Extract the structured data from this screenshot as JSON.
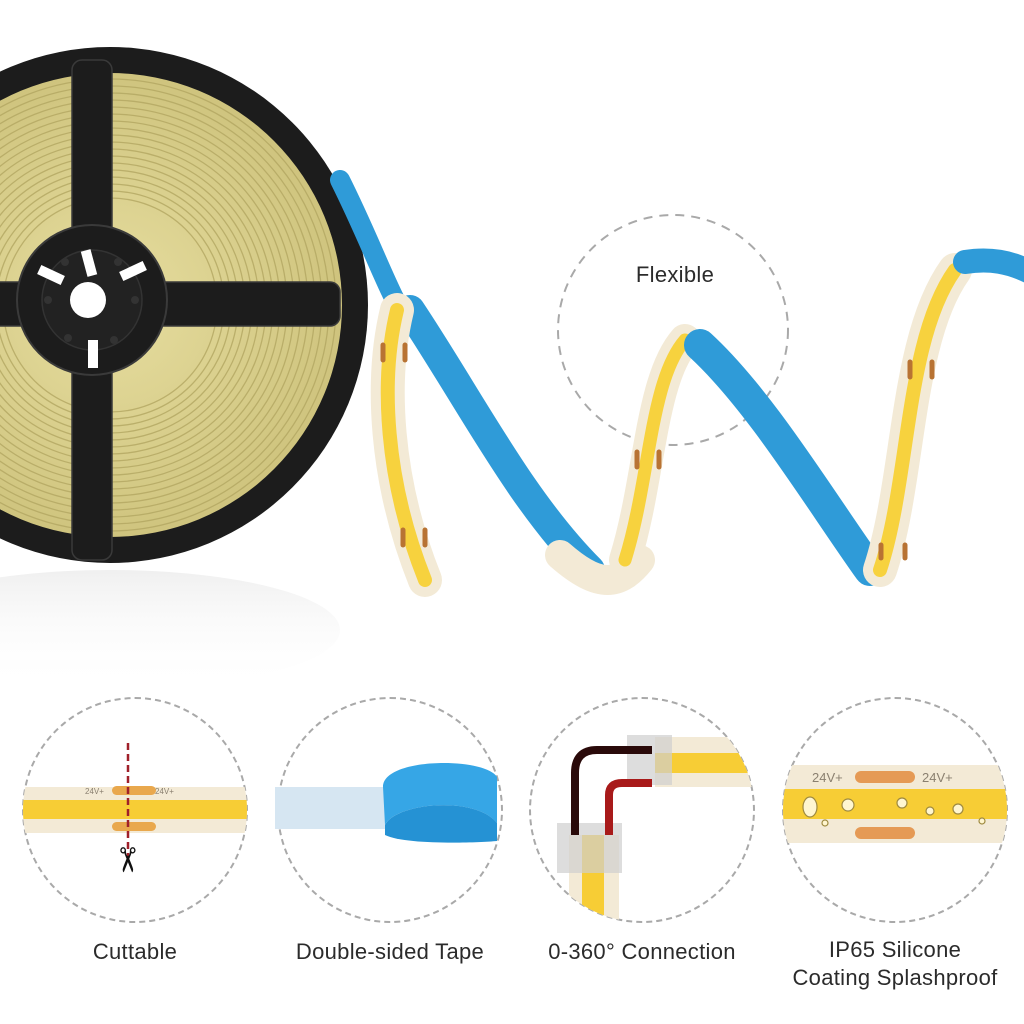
{
  "hero": {
    "callout_label": "Flexible"
  },
  "strip_labels": {
    "voltage": "24V+"
  },
  "features": [
    {
      "id": "cuttable",
      "label": "Cuttable"
    },
    {
      "id": "tape",
      "label": "Double-sided Tape"
    },
    {
      "id": "connection",
      "label": "0-360° Connection"
    },
    {
      "id": "ip65",
      "label_line1": "IP65 Silicone",
      "label_line2": "Coating Splashproof"
    }
  ],
  "colors": {
    "led_yellow": "#f7d23e",
    "silicone": "#f3ead6",
    "tape_blue": "#2f9bd8",
    "reel_black": "#1c1c1c",
    "coil_khaki": "#d9cf8c",
    "dash_gray": "#a9a9a9",
    "cut_line_red": "#a0202a",
    "text": "#2b2b2b"
  }
}
